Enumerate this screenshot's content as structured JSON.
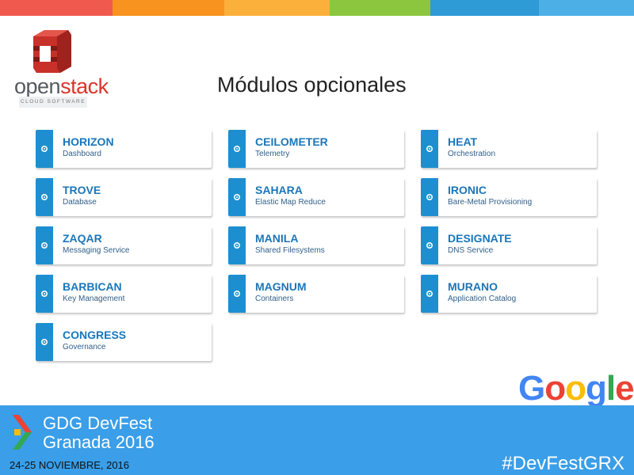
{
  "top_bar_colors": [
    "#f05a4e",
    "#f7931e",
    "#fbb03b",
    "#8cc63f",
    "#2e9bd6",
    "#4cb0e6"
  ],
  "logo": {
    "brand_open": "open",
    "brand_stack": "stack",
    "subtitle": "CLOUD SOFTWARE"
  },
  "slide": {
    "title": "Módulos opcionales"
  },
  "modules": [
    {
      "name": "HORIZON",
      "desc": "Dashboard"
    },
    {
      "name": "CEILOMETER",
      "desc": "Telemetry"
    },
    {
      "name": "HEAT",
      "desc": "Orchestration"
    },
    {
      "name": "TROVE",
      "desc": "Database"
    },
    {
      "name": "SAHARA",
      "desc": "Elastic Map Reduce"
    },
    {
      "name": "IRONIC",
      "desc": "Bare-Metal Provisioning"
    },
    {
      "name": "ZAQAR",
      "desc": "Messaging Service"
    },
    {
      "name": "MANILA",
      "desc": "Shared Filesystems"
    },
    {
      "name": "DESIGNATE",
      "desc": "DNS Service"
    },
    {
      "name": "BARBICAN",
      "desc": "Key Management"
    },
    {
      "name": "MAGNUM",
      "desc": "Containers"
    },
    {
      "name": "MURANO",
      "desc": "Application Catalog"
    },
    {
      "name": "CONGRESS",
      "desc": "Governance"
    }
  ],
  "google": {
    "letters": [
      "G",
      "o",
      "o",
      "g",
      "l",
      "e"
    ],
    "colors": [
      "#4285f4",
      "#ea4335",
      "#fbbc05",
      "#4285f4",
      "#34a853",
      "#ea4335"
    ]
  },
  "footer": {
    "event_line1": "GDG DevFest",
    "event_line2": "Granada 2016",
    "dates": "24-25 NOVIEMBRE, 2016",
    "hashtag": "#DevFestGRX"
  }
}
